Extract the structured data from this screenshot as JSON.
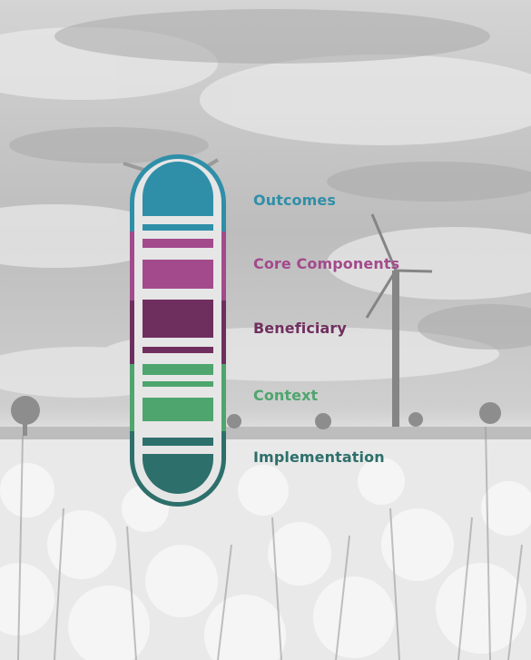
{
  "colors": {
    "outcomes": "#2f8fa8",
    "core_components": "#a34a8c",
    "beneficiary": "#6f2f5e",
    "context": "#4fa56e",
    "implementation": "#2d6f6b"
  },
  "labels": {
    "outcomes": "Outcomes",
    "core_components": "Core Components",
    "beneficiary": "Beneficiary",
    "context": "Context",
    "implementation": "Implementation"
  }
}
